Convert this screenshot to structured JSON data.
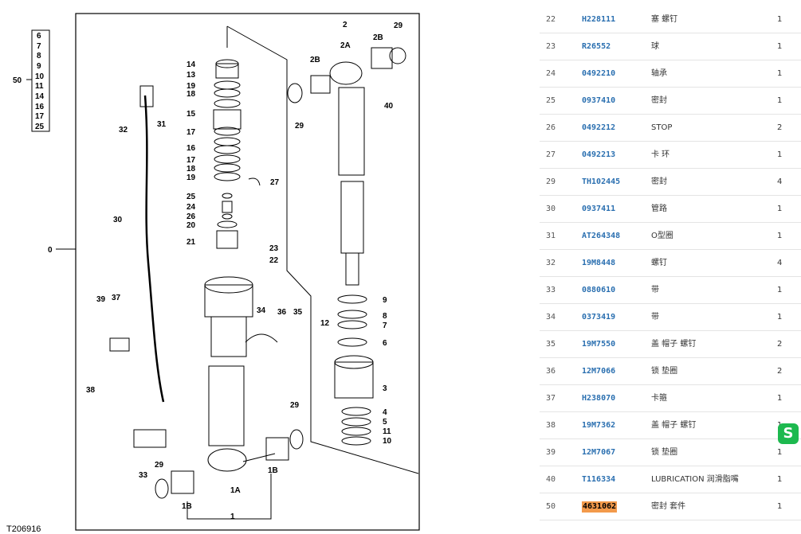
{
  "diagram": {
    "figure_id": "T206916",
    "set_list": [
      "6",
      "7",
      "8",
      "9",
      "10",
      "11",
      "14",
      "16",
      "17",
      "25"
    ],
    "set_label": "50",
    "zero_label": "0",
    "callouts": [
      "14",
      "13",
      "19",
      "18",
      "15",
      "17",
      "16",
      "17",
      "18",
      "19",
      "27",
      "25",
      "24",
      "26",
      "20",
      "21",
      "23",
      "22",
      "30",
      "31",
      "32",
      "2",
      "2A",
      "2B",
      "2B",
      "29",
      "40",
      "29",
      "9",
      "8",
      "7",
      "6",
      "12",
      "3",
      "4",
      "5",
      "11",
      "10",
      "39",
      "37",
      "36",
      "35",
      "34",
      "38",
      "29",
      "1B",
      "1A",
      "1B",
      "29",
      "33",
      "1"
    ]
  },
  "parts": [
    {
      "no": "22",
      "pn": "H228111",
      "desc": "塞 螺钉",
      "qty": "1"
    },
    {
      "no": "23",
      "pn": "R26552",
      "desc": "球",
      "qty": "1"
    },
    {
      "no": "24",
      "pn": "0492210",
      "desc": "轴承",
      "qty": "1"
    },
    {
      "no": "25",
      "pn": "0937410",
      "desc": "密封",
      "qty": "1"
    },
    {
      "no": "26",
      "pn": "0492212",
      "desc": "STOP",
      "qty": "2"
    },
    {
      "no": "27",
      "pn": "0492213",
      "desc": "卡 环",
      "qty": "1"
    },
    {
      "no": "29",
      "pn": "TH102445",
      "desc": "密封",
      "qty": "4"
    },
    {
      "no": "30",
      "pn": "0937411",
      "desc": "管路",
      "qty": "1"
    },
    {
      "no": "31",
      "pn": "AT264348",
      "desc": "O型圈",
      "qty": "1"
    },
    {
      "no": "32",
      "pn": "19M8448",
      "desc": "螺钉",
      "qty": "4"
    },
    {
      "no": "33",
      "pn": "0880610",
      "desc": "带",
      "qty": "1"
    },
    {
      "no": "34",
      "pn": "0373419",
      "desc": "带",
      "qty": "1"
    },
    {
      "no": "35",
      "pn": "19M7550",
      "desc": "盖 帽子 螺钉",
      "qty": "2"
    },
    {
      "no": "36",
      "pn": "12M7066",
      "desc": "锁 垫圈",
      "qty": "2"
    },
    {
      "no": "37",
      "pn": "H238070",
      "desc": "卡箍",
      "qty": "1"
    },
    {
      "no": "38",
      "pn": "19M7362",
      "desc": "盖 帽子 螺钉",
      "qty": "1"
    },
    {
      "no": "39",
      "pn": "12M7067",
      "desc": "锁 垫圈",
      "qty": "1"
    },
    {
      "no": "40",
      "pn": "T116334",
      "desc": "LUBRICATION 润滑脂嘴",
      "qty": "1"
    },
    {
      "no": "50",
      "pn": "4631062",
      "desc": "密封 套件",
      "qty": "1",
      "highlight": true
    }
  ],
  "colors": {
    "link": "#2a6fb0",
    "highlight": "#f39a4b",
    "badge": "#1db94f"
  },
  "badge": {
    "icon": "s-logo-icon",
    "text": "S"
  }
}
